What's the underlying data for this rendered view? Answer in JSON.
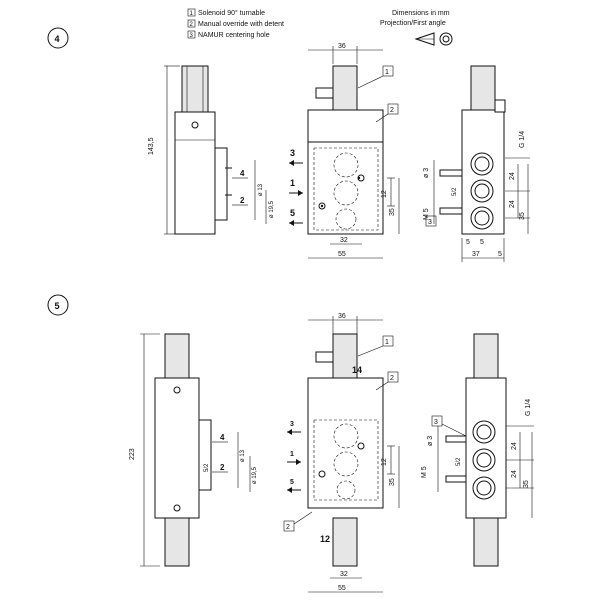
{
  "legend": {
    "items": [
      {
        "num": "1",
        "text": "Solenoid 90° turnable"
      },
      {
        "num": "2",
        "text": "Manual override with detent"
      },
      {
        "num": "3",
        "text": "NAMUR centering hole"
      }
    ],
    "units": "Dimensions in mm",
    "projection": "Projection/First angle"
  },
  "figure4": {
    "badge": "4",
    "side": {
      "height": "143,5",
      "port_4": "4",
      "port_2": "2",
      "d13": "ø 13",
      "d195": "ø 19,5"
    },
    "front": {
      "w36": "36",
      "w32": "32",
      "w55": "55",
      "p3": "3",
      "p1": "1",
      "p5": "5",
      "h12": "12",
      "h35": "35",
      "c1": "1",
      "c2": "2"
    },
    "right": {
      "g14": "G 1/4",
      "d3": "ø 3",
      "m5": "M 5",
      "h24a": "24",
      "h24b": "24",
      "h35": "35",
      "w5a": "5",
      "w5b": "5",
      "w37": "37",
      "w5c": "5",
      "c3": "3",
      "rot": "5/2"
    }
  },
  "figure5": {
    "badge": "5",
    "side": {
      "height": "223",
      "port_4": "4",
      "port_2": "2",
      "d13": "ø 13",
      "d195": "ø 19,5",
      "rot": "5/2"
    },
    "front": {
      "w36": "36",
      "w32": "32",
      "w55": "55",
      "p3": "3",
      "p1": "1",
      "p5": "5",
      "h12": "12",
      "h35": "35",
      "c1": "1",
      "c2a": "2",
      "c2b": "2",
      "n14": "14",
      "n12": "12"
    },
    "right": {
      "g14": "G 1/4",
      "d3": "ø 3",
      "m5": "M 5",
      "h24a": "24",
      "h24b": "24",
      "h35": "35",
      "c3": "3",
      "rot": "5/2"
    }
  }
}
